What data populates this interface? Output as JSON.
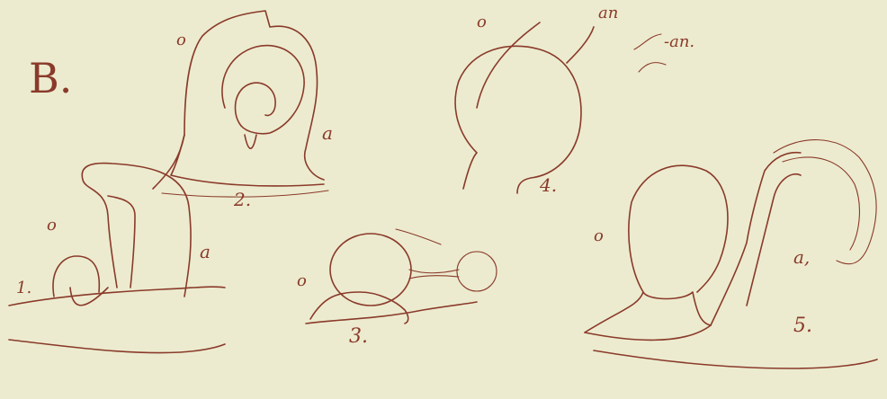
{
  "plate_label": "B.",
  "figures": [
    {
      "number": "1.",
      "labels": [
        "o",
        "a"
      ]
    },
    {
      "number": "2.",
      "labels": [
        "o",
        "a"
      ]
    },
    {
      "number": "3.",
      "labels": [
        "o"
      ]
    },
    {
      "number": "4.",
      "labels": [
        "o",
        "an",
        "-an."
      ]
    },
    {
      "number": "5.",
      "labels": [
        "o",
        "a,"
      ]
    }
  ],
  "colors": {
    "paper": "#ecebcf",
    "ink": "#8a3a2a"
  }
}
